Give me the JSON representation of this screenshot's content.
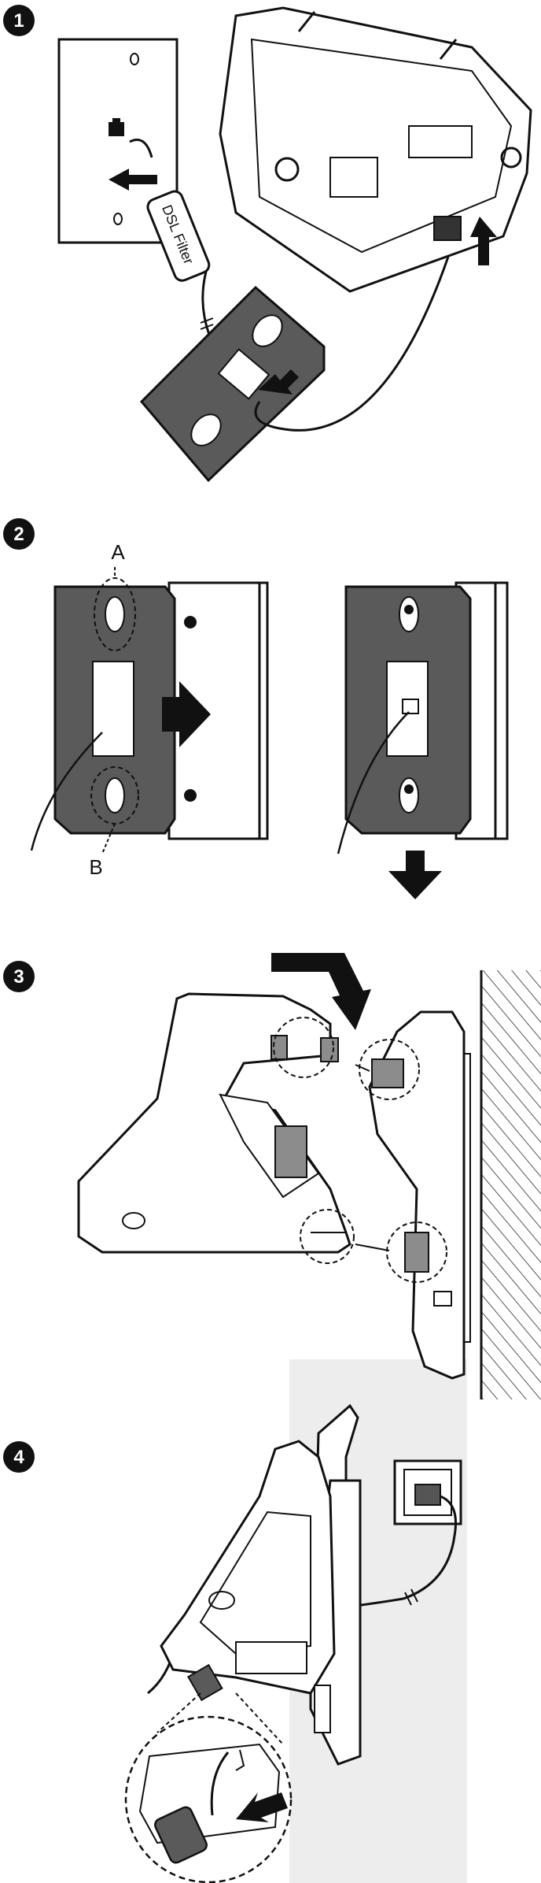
{
  "steps": [
    {
      "number": "1",
      "labels": {
        "filter": "DSL Filter"
      }
    },
    {
      "number": "2",
      "labels": {
        "a": "A",
        "b": "B"
      }
    },
    {
      "number": "3"
    },
    {
      "number": "4"
    }
  ],
  "colors": {
    "ink": "#111111",
    "bracket": "#5a5a5a",
    "highlight": "#8c8c8c",
    "panel": "#ededed",
    "wallpaper": "#ffffff"
  }
}
